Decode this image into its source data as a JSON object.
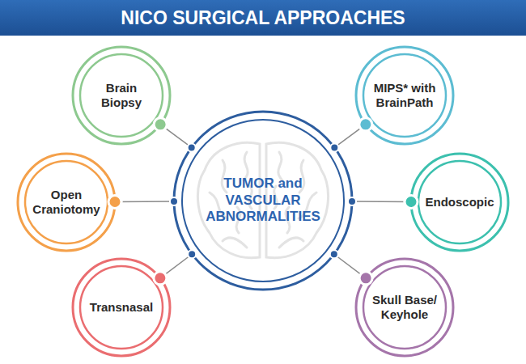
{
  "diagram": {
    "title": "NICO SURGICAL APPROACHES",
    "nodes": [
      {
        "text": [
          "Brain Biopsy"
        ]
      },
      {
        "text": [
          "MIPS* with BrainPath"
        ]
      },
      {
        "text": [
          "Open Craniotomy"
        ]
      },
      {
        "text": [
          "TUMOR and VASCULAR ABNORMALITIES"
        ]
      },
      {
        "text": [
          "Endoscopic"
        ]
      },
      {
        "text": [
          "Transnasal"
        ]
      },
      {
        "text": [
          "Skull Base/ Keyhole"
        ]
      }
    ],
    "edges": [
      {
        "from": 3,
        "to": 0,
        "arrow": "none"
      },
      {
        "from": 3,
        "to": 1,
        "arrow": "none"
      },
      {
        "from": 3,
        "to": 2,
        "arrow": "none"
      },
      {
        "from": 3,
        "to": 4,
        "arrow": "none"
      },
      {
        "from": 3,
        "to": 5,
        "arrow": "none"
      },
      {
        "from": 3,
        "to": 6,
        "arrow": "none"
      }
    ]
  }
}
